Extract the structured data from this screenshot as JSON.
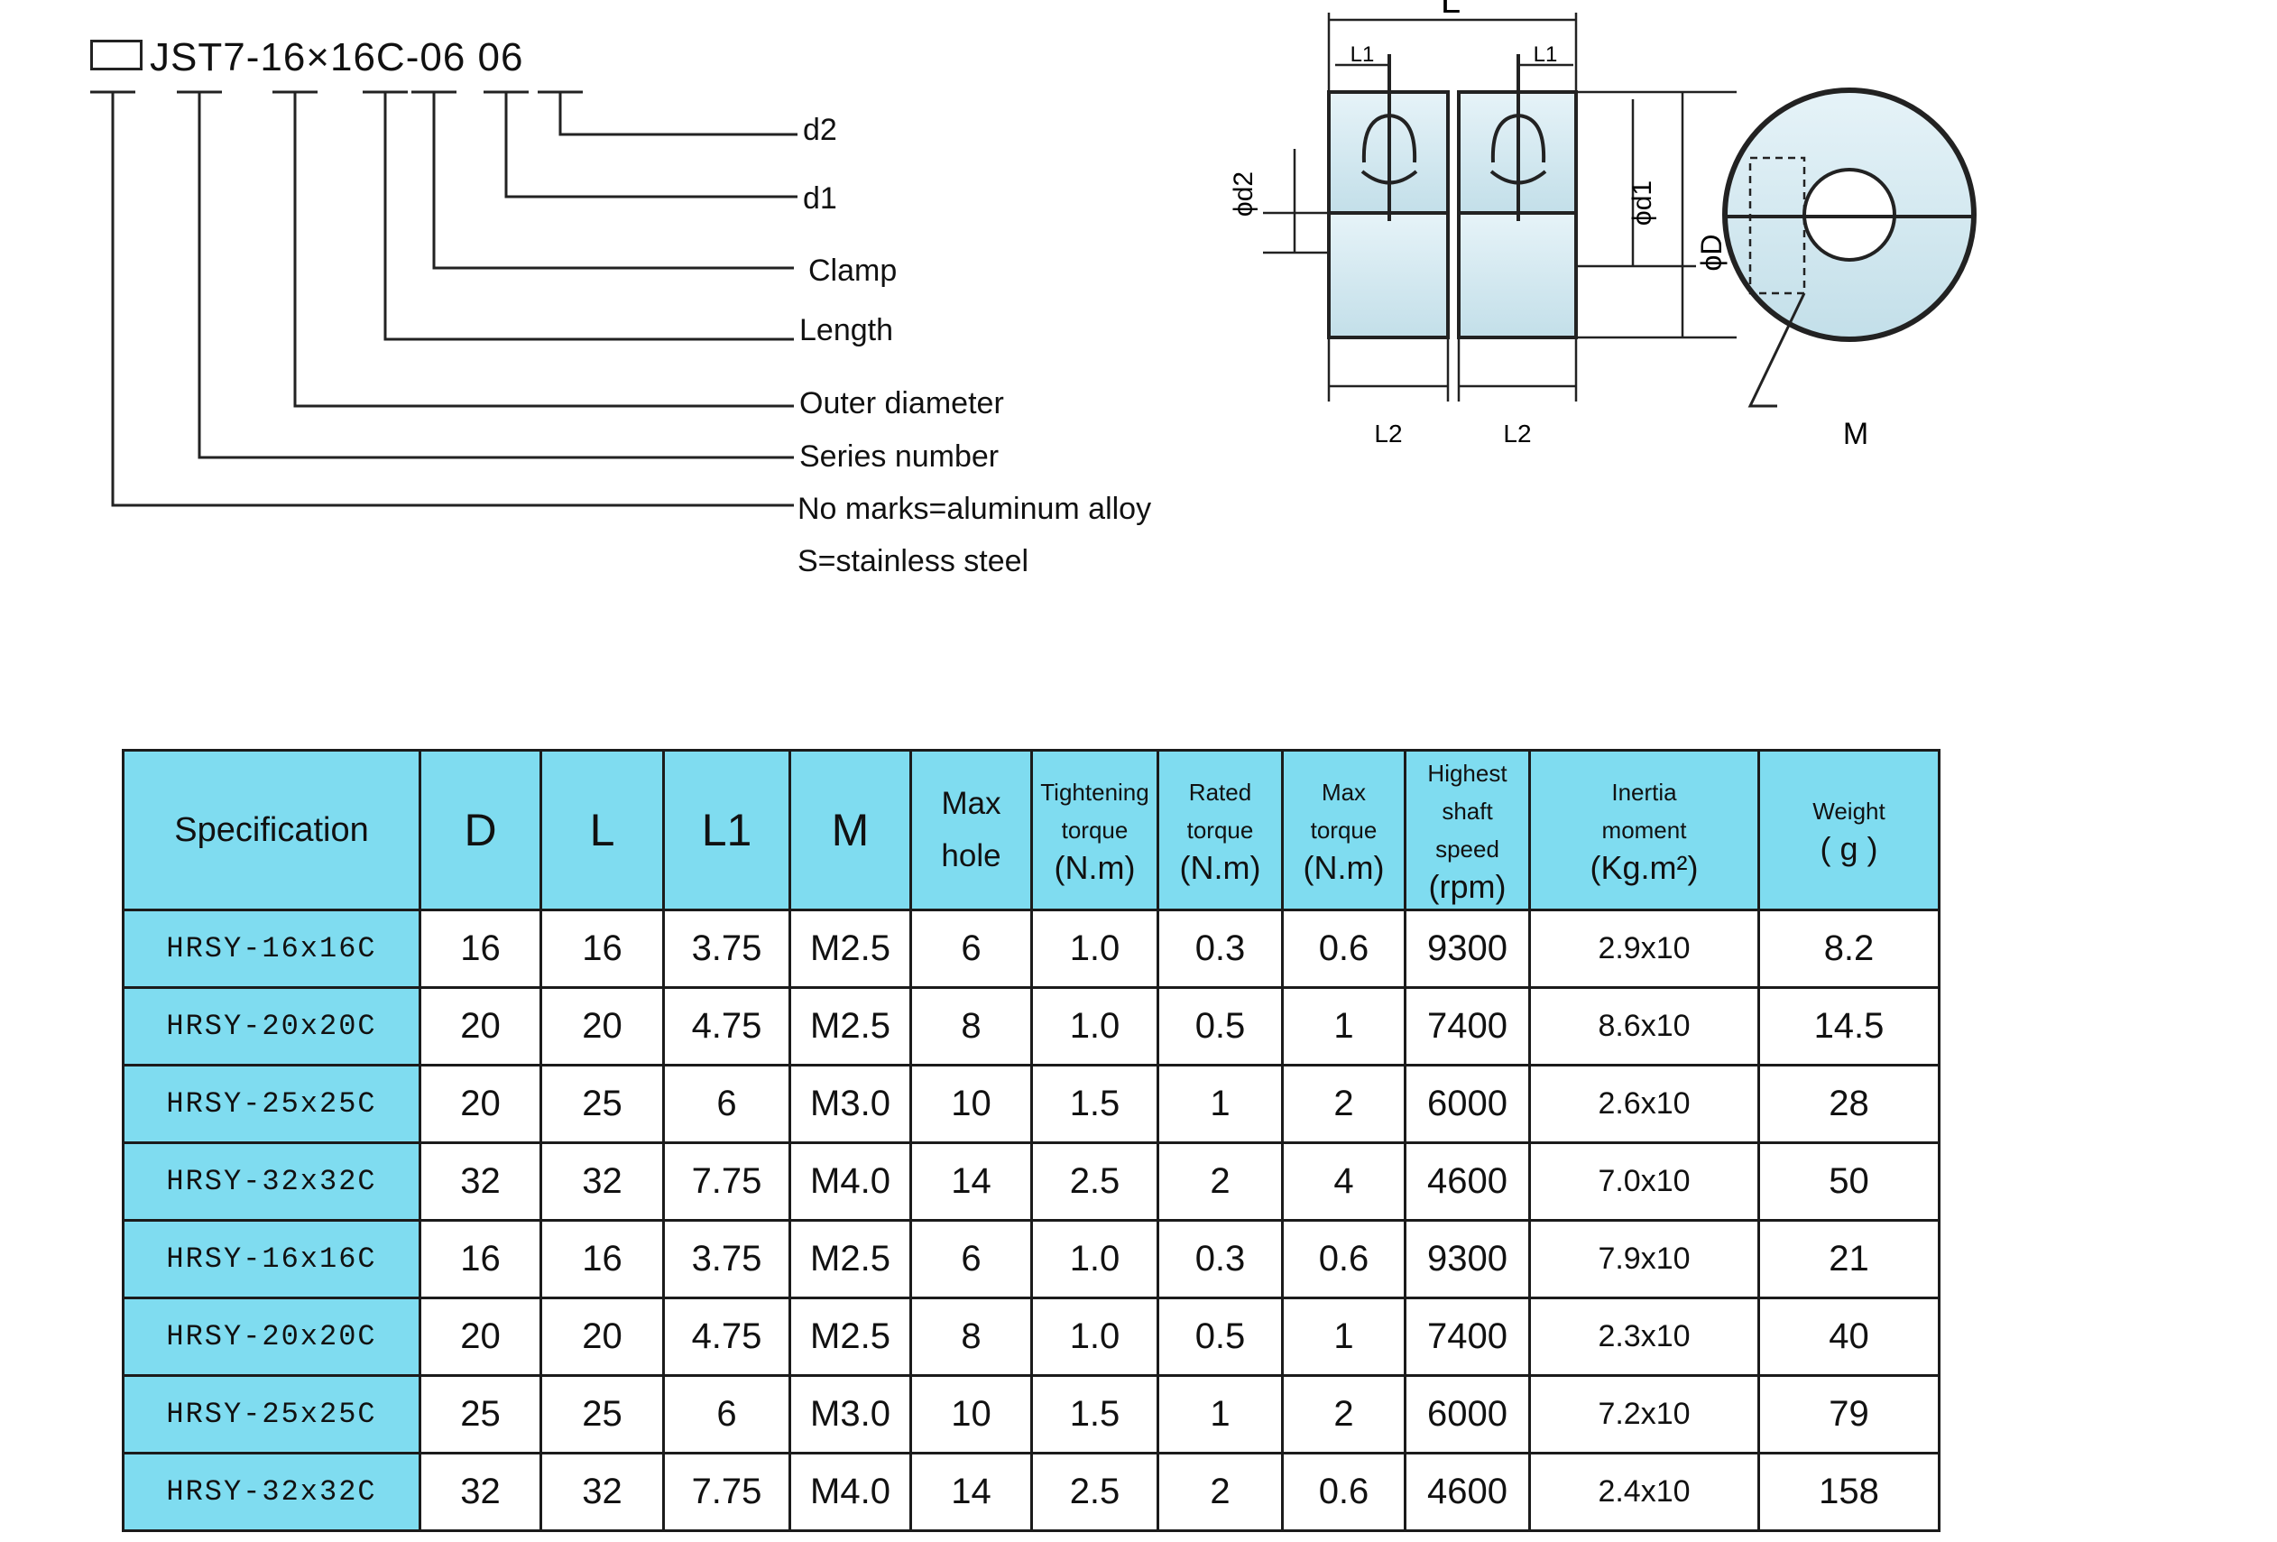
{
  "model_code": {
    "code": "JST7-16×16C-06 06",
    "labels": {
      "d2": "d2",
      "d1": "d1",
      "clamp": "Clamp",
      "length": "Length",
      "outer_diameter": "Outer diameter",
      "series_number": "Series number",
      "material_aluminum": "No marks=aluminum alloy",
      "material_stainless": "S=stainless steel"
    }
  },
  "diagram": {
    "L": "L",
    "L1_left": "L1",
    "L1_right": "L1",
    "L2_left": "L2",
    "L2_right": "L2",
    "phi_d2": "ϕd2",
    "phi_d1": "ϕd1",
    "phi_D": "ϕD",
    "M": "M"
  },
  "table": {
    "headers": {
      "specification": "Specification",
      "D": "D",
      "L": "L",
      "L1": "L1",
      "M": "M",
      "max_hole_1": "Max",
      "max_hole_2": "hole",
      "tight_1": "Tightening",
      "tight_2": "torque",
      "tight_unit": "(N.m)",
      "rated_1": "Rated",
      "rated_2": "torque",
      "rated_unit": "(N.m)",
      "maxt_1": "Max",
      "maxt_2": "torque",
      "maxt_unit": "(N.m)",
      "speed_1": "Highest",
      "speed_2": "shaft",
      "speed_3": "speed",
      "speed_unit": "(rpm)",
      "inertia_1": "Inertia",
      "inertia_2": "moment",
      "inertia_unit": "(Kg.m²)",
      "weight_1": "Weight",
      "weight_unit": "( g )"
    },
    "rows": [
      {
        "spec": "HRSY-16x16C",
        "D": "16",
        "L": "16",
        "L1": "3.75",
        "M": "M2.5",
        "max_hole": "6",
        "tightening": "1.0",
        "rated": "0.3",
        "max_torque": "0.6",
        "speed": "9300",
        "inertia": "2.9x10",
        "weight": "8.2"
      },
      {
        "spec": "HRSY-20x20C",
        "D": "20",
        "L": "20",
        "L1": "4.75",
        "M": "M2.5",
        "max_hole": "8",
        "tightening": "1.0",
        "rated": "0.5",
        "max_torque": "1",
        "speed": "7400",
        "inertia": "8.6x10",
        "weight": "14.5"
      },
      {
        "spec": "HRSY-25x25C",
        "D": "20",
        "L": "25",
        "L1": "6",
        "M": "M3.0",
        "max_hole": "10",
        "tightening": "1.5",
        "rated": "1",
        "max_torque": "2",
        "speed": "6000",
        "inertia": "2.6x10",
        "weight": "28"
      },
      {
        "spec": "HRSY-32x32C",
        "D": "32",
        "L": "32",
        "L1": "7.75",
        "M": "M4.0",
        "max_hole": "14",
        "tightening": "2.5",
        "rated": "2",
        "max_torque": "4",
        "speed": "4600",
        "inertia": "7.0x10",
        "weight": "50"
      },
      {
        "spec": "HRSY-16x16C",
        "D": "16",
        "L": "16",
        "L1": "3.75",
        "M": "M2.5",
        "max_hole": "6",
        "tightening": "1.0",
        "rated": "0.3",
        "max_torque": "0.6",
        "speed": "9300",
        "inertia": "7.9x10",
        "weight": "21"
      },
      {
        "spec": "HRSY-20x20C",
        "D": "20",
        "L": "20",
        "L1": "4.75",
        "M": "M2.5",
        "max_hole": "8",
        "tightening": "1.0",
        "rated": "0.5",
        "max_torque": "1",
        "speed": "7400",
        "inertia": "2.3x10",
        "weight": "40"
      },
      {
        "spec": "HRSY-25x25C",
        "D": "25",
        "L": "25",
        "L1": "6",
        "M": "M3.0",
        "max_hole": "10",
        "tightening": "1.5",
        "rated": "1",
        "max_torque": "2",
        "speed": "6000",
        "inertia": "7.2x10",
        "weight": "79"
      },
      {
        "spec": "HRSY-32x32C",
        "D": "32",
        "L": "32",
        "L1": "7.75",
        "M": "M4.0",
        "max_hole": "14",
        "tightening": "2.5",
        "rated": "2",
        "max_torque": "0.6",
        "speed": "4600",
        "inertia": "2.4x10",
        "weight": "158"
      }
    ]
  },
  "colors": {
    "header_bg": "#7fdcf0",
    "line": "#1b1b1b",
    "part_fill": "#cfe7ef"
  }
}
